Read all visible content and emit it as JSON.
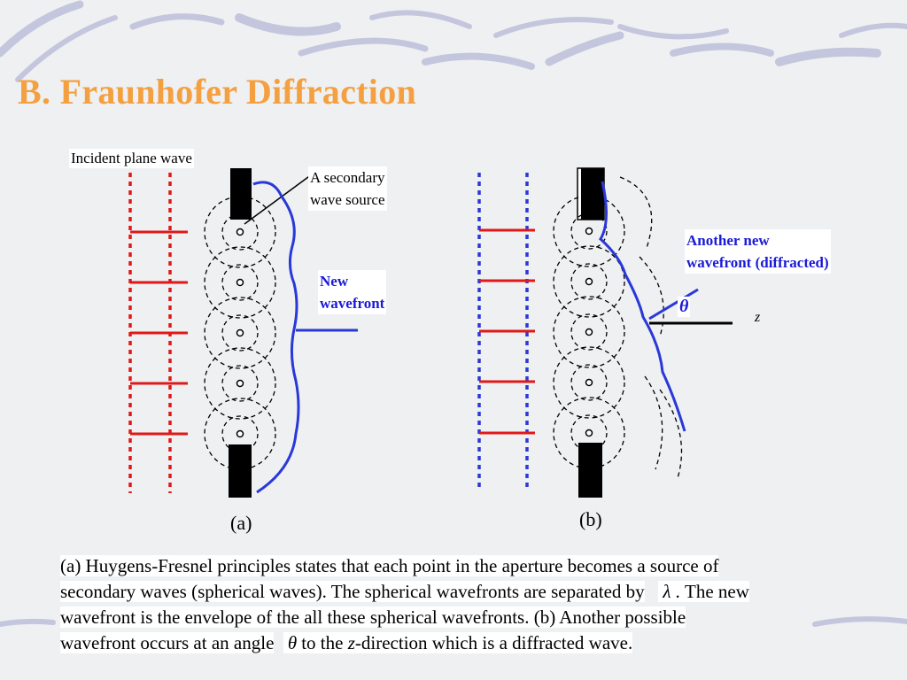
{
  "slide": {
    "title": "B. Fraunhofer Diffraction"
  },
  "labels": {
    "incident": "Incident plane wave",
    "secondary_1": "A secondary",
    "secondary_2": "wave source",
    "new_wavefront_1": "New",
    "new_wavefront_2": "wavefront",
    "another_1": "Another new",
    "another_2": "wavefront (diffracted)",
    "theta": "θ",
    "z": "z",
    "panel_a": "(a)",
    "panel_b": "(b)"
  },
  "caption": {
    "l1": "(a) Huygens-Fresnel principles states that each point in the aperture becomes a source of",
    "l2a": "secondary waves (spherical waves). The spherical wavefronts are separated by",
    "lambda": "λ",
    "l2b": ". The new",
    "l3": "wavefront is the envelope of the all these spherical wavefronts. (b) Another possible",
    "l4a": "wavefront occurs at an angle",
    "theta": "θ",
    "l4b": "to the",
    "z": "z",
    "l4c": "-direction which is a diffracted wave."
  },
  "colors": {
    "title": "#f5a040",
    "incident_wave": "#e01818",
    "wavefront": "#2a38d8",
    "barrier": "#000000"
  }
}
